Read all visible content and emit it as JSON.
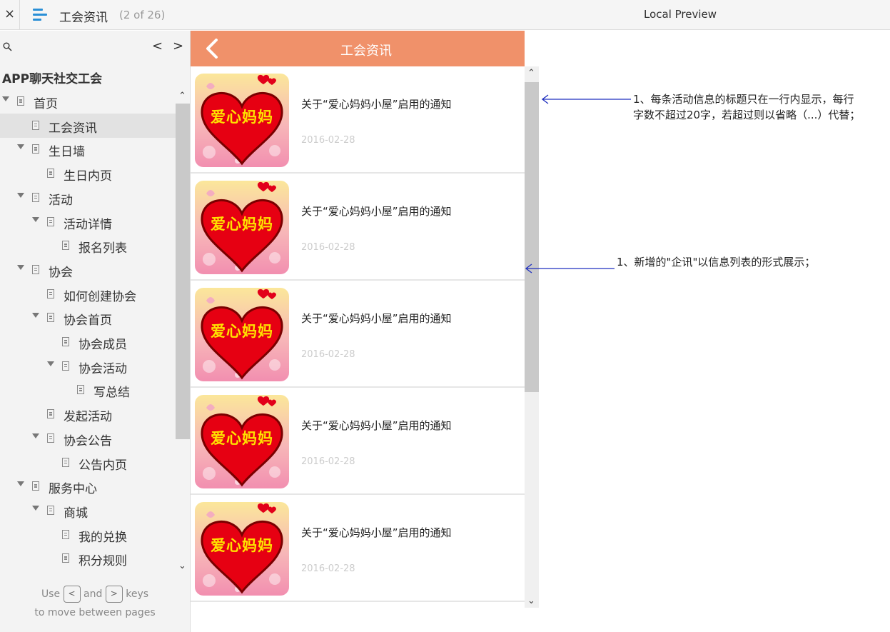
{
  "topbar": {
    "close_symbol": "×",
    "page_title": "工会资讯",
    "page_count": "(2 of 26)",
    "preview_label": "Local Preview"
  },
  "sidebar": {
    "prev_symbol": "<",
    "next_symbol": ">",
    "project_title": "APP聊天社交工会",
    "items": [
      {
        "label": "首页",
        "level": 0,
        "expand": true
      },
      {
        "label": "工会资讯",
        "level": 1,
        "expand": false,
        "active": true
      },
      {
        "label": "生日墙",
        "level": 1,
        "expand": true
      },
      {
        "label": "生日内页",
        "level": 2,
        "expand": false
      },
      {
        "label": "活动",
        "level": 1,
        "expand": true
      },
      {
        "label": "活动详情",
        "level": 2,
        "expand": true
      },
      {
        "label": "报名列表",
        "level": 3,
        "expand": false
      },
      {
        "label": "协会",
        "level": 1,
        "expand": true
      },
      {
        "label": "如何创建协会",
        "level": 2,
        "expand": false
      },
      {
        "label": "协会首页",
        "level": 2,
        "expand": true
      },
      {
        "label": "协会成员",
        "level": 3,
        "expand": false
      },
      {
        "label": "协会活动",
        "level": 3,
        "expand": true
      },
      {
        "label": "写总结",
        "level": 4,
        "expand": false
      },
      {
        "label": "发起活动",
        "level": 2,
        "expand": false
      },
      {
        "label": "协会公告",
        "level": 2,
        "expand": true
      },
      {
        "label": "公告内页",
        "level": 3,
        "expand": false
      },
      {
        "label": "服务中心",
        "level": 1,
        "expand": true
      },
      {
        "label": "商城",
        "level": 2,
        "expand": true
      },
      {
        "label": "我的兑换",
        "level": 3,
        "expand": false
      },
      {
        "label": "积分规则",
        "level": 3,
        "expand": false
      }
    ],
    "hint_use": "Use",
    "hint_and": "and",
    "hint_keys": "keys",
    "hint_line2": "to move between pages",
    "key_prev": "<",
    "key_next": ">"
  },
  "phone": {
    "header_title": "工会资讯",
    "header_color": "#f0916a",
    "news": [
      {
        "title": "关于“爱心妈妈小屋”启用的通知",
        "date": "2016-02-28",
        "thumb_text": "爱心妈妈"
      },
      {
        "title": "关于“爱心妈妈小屋”启用的通知",
        "date": "2016-02-28",
        "thumb_text": "爱心妈妈"
      },
      {
        "title": "关于“爱心妈妈小屋”启用的通知",
        "date": "2016-02-28",
        "thumb_text": "爱心妈妈"
      },
      {
        "title": "关于“爱心妈妈小屋”启用的通知",
        "date": "2016-02-28",
        "thumb_text": "爱心妈妈"
      },
      {
        "title": "关于“爱心妈妈小屋”启用的通知",
        "date": "2016-02-28",
        "thumb_text": "爱心妈妈"
      }
    ]
  },
  "annotations": {
    "note1_line1": "1、每条活动信息的标题只在一行内显示，每行",
    "note1_line2": "字数不超过20字，若超过则以省略（...）代替；",
    "note2": "1、新增的\"企讯\"以信息列表的形式展示；",
    "arrow_color": "#1f2fbf"
  }
}
